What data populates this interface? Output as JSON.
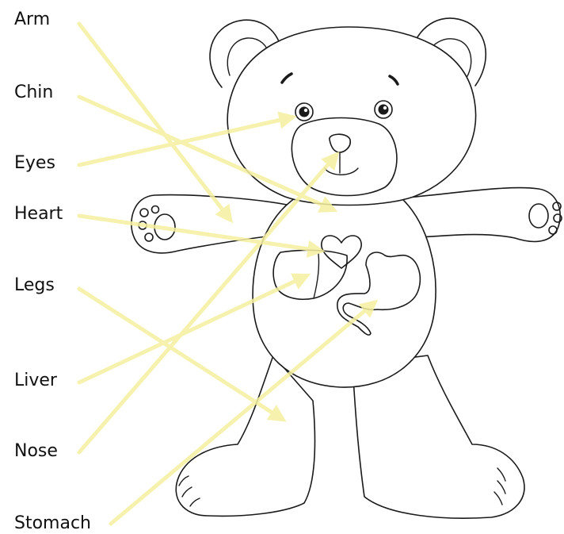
{
  "labels": [
    {
      "key": "arm",
      "text": "Arm"
    },
    {
      "key": "chin",
      "text": "Chin"
    },
    {
      "key": "eyes",
      "text": "Eyes"
    },
    {
      "key": "heart",
      "text": "Heart"
    },
    {
      "key": "legs",
      "text": "Legs"
    },
    {
      "key": "liver",
      "text": "Liver"
    },
    {
      "key": "nose",
      "text": "Nose"
    },
    {
      "key": "stomach",
      "text": "Stomach"
    }
  ],
  "colors": {
    "arrow": "#f5f0a0",
    "outline": "#1a1a1a",
    "text": "#111111",
    "background": "#ffffff"
  }
}
